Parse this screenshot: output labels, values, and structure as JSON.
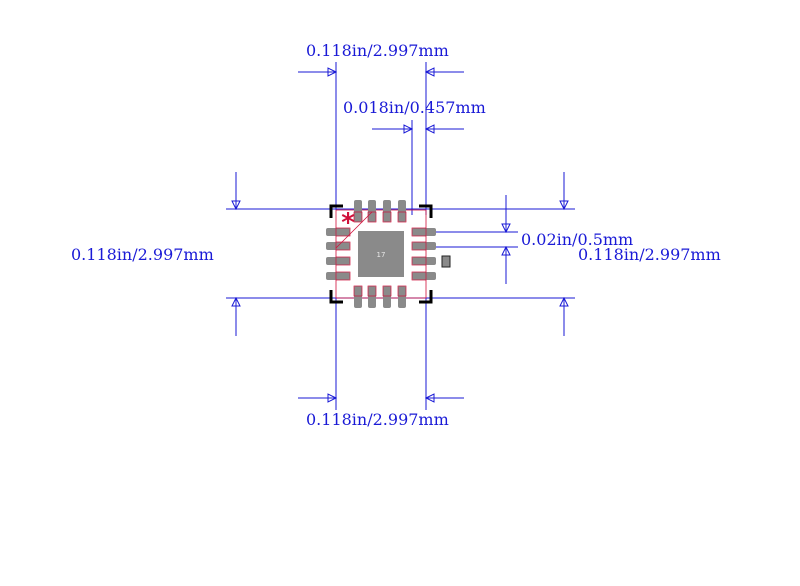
{
  "dimensions": {
    "top_width": "0.118in/2.997mm",
    "pad_width": "0.018in/0.457mm",
    "pitch": "0.02in/0.5mm",
    "left_height": "0.118in/2.997mm",
    "right_height": "0.118in/2.997mm",
    "bottom_width": "0.118in/2.997mm"
  },
  "package": {
    "center_pad_label": "17",
    "pin1_marker": "*"
  },
  "colors": {
    "dimension": "#1a1ad6",
    "outline": "#000000",
    "pad": "#8a8a8a",
    "pin_outline": "#d0103a",
    "pin1": "#d0103a"
  }
}
